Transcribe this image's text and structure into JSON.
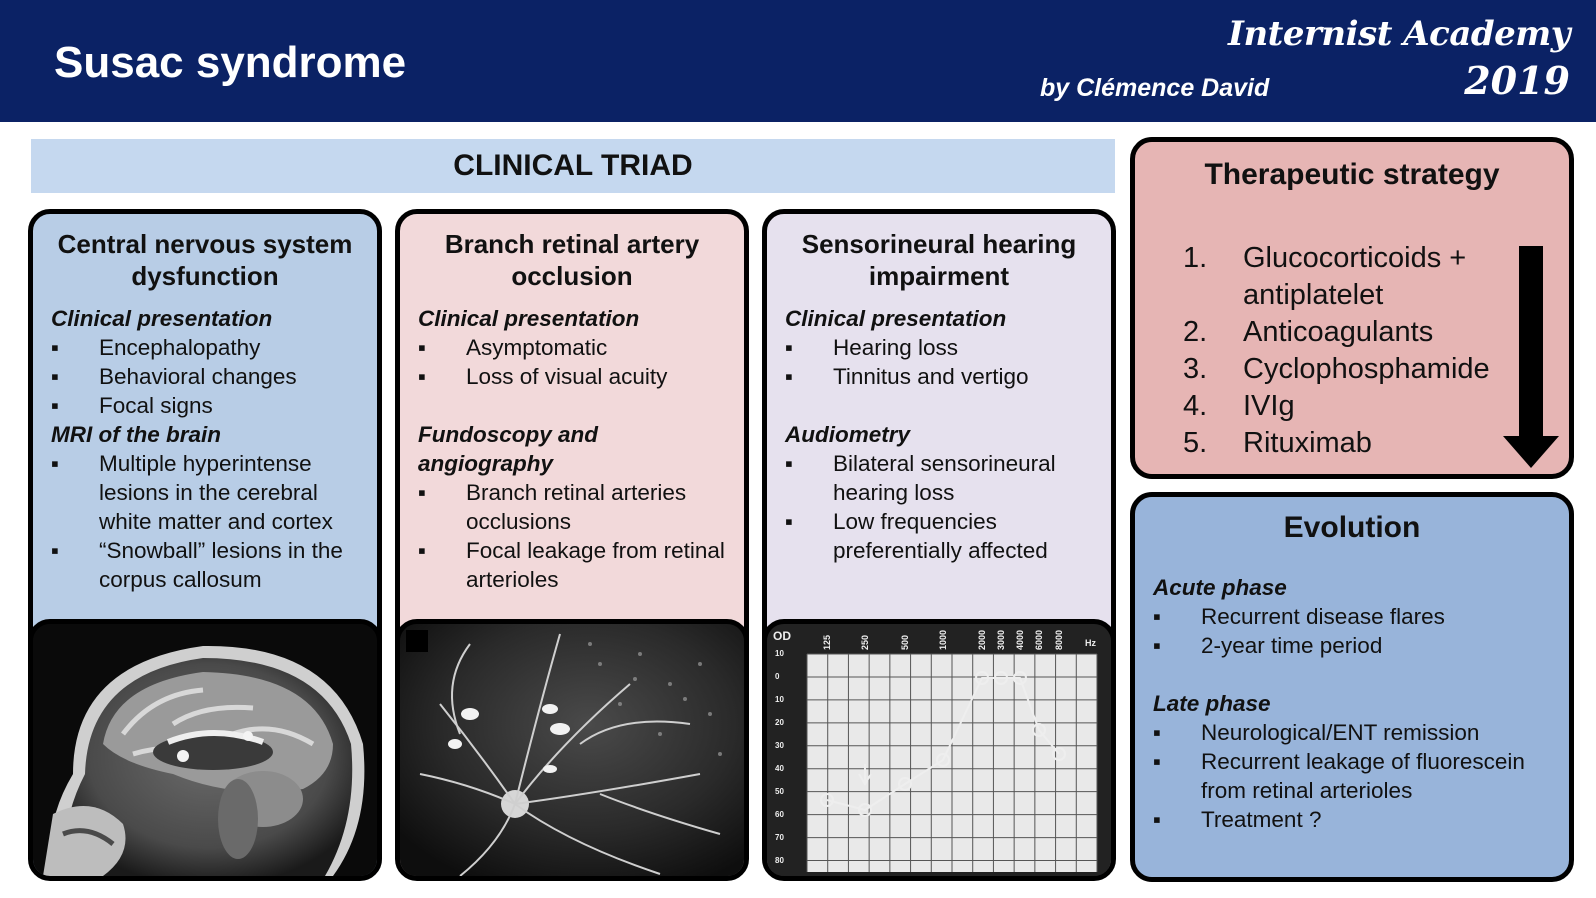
{
  "header": {
    "title": "Susac syndrome",
    "author": "by Clémence David",
    "brand_name": "Internist Academy",
    "brand_year": "2019"
  },
  "triad_banner": "CLINICAL TRIAD",
  "columns": [
    {
      "title": "Central nervous system dysfunction",
      "sections": [
        {
          "heading": "Clinical presentation",
          "items": [
            "Encephalopathy",
            "Behavioral changes",
            "Focal signs"
          ]
        },
        {
          "heading": "MRI of the brain",
          "items": [
            "Multiple hyperintense lesions in the cerebral white matter and cortex",
            "“Snowball” lesions in the corpus callosum"
          ]
        }
      ],
      "image_label": "Sagittal brain MRI",
      "image_caption": ""
    },
    {
      "title": "Branch retinal artery occlusion",
      "sections": [
        {
          "heading": "Clinical presentation",
          "items": [
            "Asymptomatic",
            "Loss of visual acuity"
          ]
        },
        {
          "heading": "Fundoscopy and angiography",
          "items": [
            "Branch retinal arteries occlusions",
            "Focal leakage from retinal arterioles"
          ]
        }
      ],
      "image_label": "Fluorescein angiography"
    },
    {
      "title": "Sensorineural hearing impairment",
      "sections": [
        {
          "heading": "Clinical presentation",
          "items": [
            "Hearing loss",
            "Tinnitus and vertigo"
          ]
        },
        {
          "heading": "Audiometry",
          "items": [
            "Bilateral sensorineural hearing loss",
            "Low frequencies preferentially affected"
          ]
        }
      ],
      "audiogram": {
        "ear_label": "OD",
        "unit_label": "Hz",
        "freq_labels": [
          "125",
          "250",
          "500",
          "1000",
          "2000",
          "3000",
          "4000",
          "6000",
          "8000"
        ],
        "db_labels": [
          "10",
          "0",
          "10",
          "20",
          "30",
          "40",
          "50",
          "60",
          "70",
          "80"
        ]
      }
    }
  ],
  "therapeutic": {
    "title": "Therapeutic strategy",
    "items": [
      {
        "num": "1.",
        "label": "Glucocorticoids + antiplatelet"
      },
      {
        "num": "2.",
        "label": "Anticoagulants"
      },
      {
        "num": "3.",
        "label": "Cyclophosphamide"
      },
      {
        "num": "4.",
        "label": "IVIg"
      },
      {
        "num": "5.",
        "label": "Rituximab"
      }
    ]
  },
  "evolution": {
    "title": "Evolution",
    "sections": [
      {
        "heading": "Acute phase",
        "items": [
          "Recurrent disease flares",
          "2-year time period"
        ]
      },
      {
        "heading": "Late phase",
        "items": [
          "Neurological/ENT remission",
          "Recurrent leakage of fluorescein from retinal arterioles",
          "Treatment ?"
        ]
      }
    ]
  }
}
